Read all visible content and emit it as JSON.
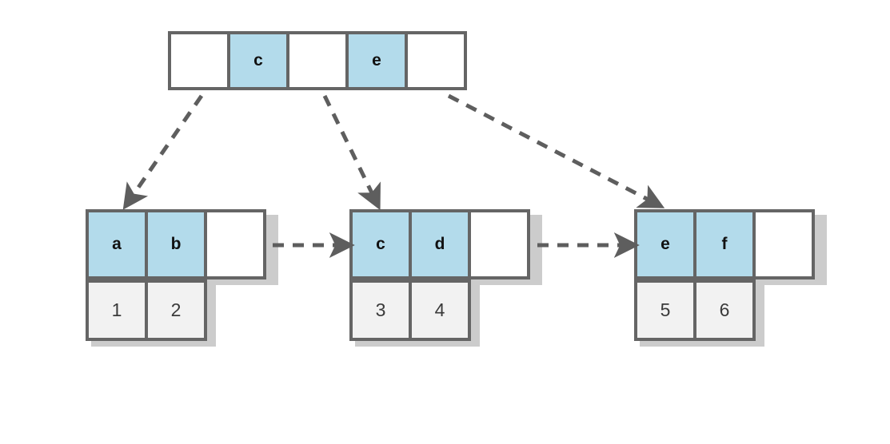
{
  "diagram": {
    "title": "B+ tree structure with root index node and three linked leaf nodes",
    "colors": {
      "key_cell_fill": "#b3dbeb",
      "value_cell_fill": "#f2f2f2",
      "empty_cell_fill": "#ffffff",
      "border": "#656565",
      "shadow": "#787878",
      "arrow": "#5e5e5e",
      "background": "#ffffff"
    },
    "root": {
      "name": "root-index-node",
      "cells": [
        {
          "label": "",
          "type": "pointer"
        },
        {
          "label": "c",
          "type": "key"
        },
        {
          "label": "",
          "type": "pointer"
        },
        {
          "label": "e",
          "type": "key"
        },
        {
          "label": "",
          "type": "pointer"
        }
      ]
    },
    "leaves": [
      {
        "name": "leaf-node-1",
        "keys": [
          {
            "label": "a",
            "type": "key"
          },
          {
            "label": "b",
            "type": "key"
          },
          {
            "label": "",
            "type": "empty"
          }
        ],
        "values": [
          {
            "label": "1",
            "type": "value"
          },
          {
            "label": "2",
            "type": "value"
          }
        ]
      },
      {
        "name": "leaf-node-2",
        "keys": [
          {
            "label": "c",
            "type": "key"
          },
          {
            "label": "d",
            "type": "key"
          },
          {
            "label": "",
            "type": "empty"
          }
        ],
        "values": [
          {
            "label": "3",
            "type": "value"
          },
          {
            "label": "4",
            "type": "value"
          }
        ]
      },
      {
        "name": "leaf-node-3",
        "keys": [
          {
            "label": "e",
            "type": "key"
          },
          {
            "label": "f",
            "type": "key"
          },
          {
            "label": "",
            "type": "empty"
          }
        ],
        "values": [
          {
            "label": "5",
            "type": "value"
          },
          {
            "label": "6",
            "type": "value"
          }
        ]
      }
    ],
    "edges": [
      {
        "name": "root-to-leaf-1",
        "from": "root.pointer.0",
        "to": "leaf-node-1",
        "style": "dashed"
      },
      {
        "name": "root-to-leaf-2",
        "from": "root.pointer.2",
        "to": "leaf-node-2",
        "style": "dashed"
      },
      {
        "name": "root-to-leaf-3",
        "from": "root.pointer.4",
        "to": "leaf-node-3",
        "style": "dashed"
      },
      {
        "name": "leaf-1-to-leaf-2",
        "from": "leaf-node-1",
        "to": "leaf-node-2",
        "style": "dashed"
      },
      {
        "name": "leaf-2-to-leaf-3",
        "from": "leaf-node-2",
        "to": "leaf-node-3",
        "style": "dashed"
      }
    ]
  }
}
